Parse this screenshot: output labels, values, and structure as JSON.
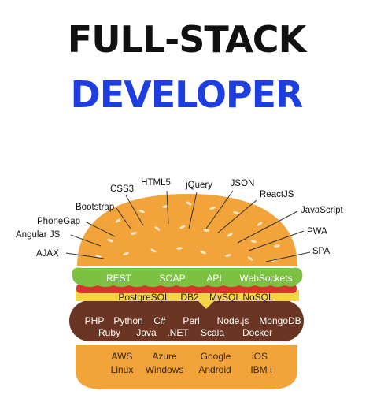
{
  "title": {
    "line1": "FULL-STACK",
    "line2": "DEVELOPER",
    "line1_color": "#111111",
    "line2_color": "#1d3ee0"
  },
  "colors": {
    "bun": "#f2a43a",
    "bun_shadow": "#dd8a22",
    "lettuce": "#7dc143",
    "tomato": "#d9342b",
    "cheese": "#f5d547",
    "patty": "#6b3523",
    "sesame": "#fbe6c8"
  },
  "bun_top_callouts": [
    "CSS3",
    "HTML5",
    "jQuery",
    "JSON",
    "ReactJS",
    "JavaScript",
    "PWA",
    "SPA",
    "Bootstrap",
    "PhoneGap",
    "Angular JS",
    "AJAX"
  ],
  "lettuce": [
    "REST",
    "SOAP",
    "API",
    "WebSockets"
  ],
  "cheese": [
    "PostgreSQL",
    "DB2",
    "MySQL",
    "NoSQL"
  ],
  "patty": {
    "row1": [
      "PHP",
      "Python",
      "C#",
      "Perl",
      "Node.js",
      "MongoDB"
    ],
    "row2": [
      "Ruby",
      "Java",
      ".NET",
      "Scala",
      "Docker"
    ]
  },
  "bun_bottom": {
    "row1": [
      "AWS",
      "Azure",
      "Google",
      "iOS"
    ],
    "row2": [
      "Linux",
      "Windows",
      "Android",
      "IBM i"
    ]
  }
}
